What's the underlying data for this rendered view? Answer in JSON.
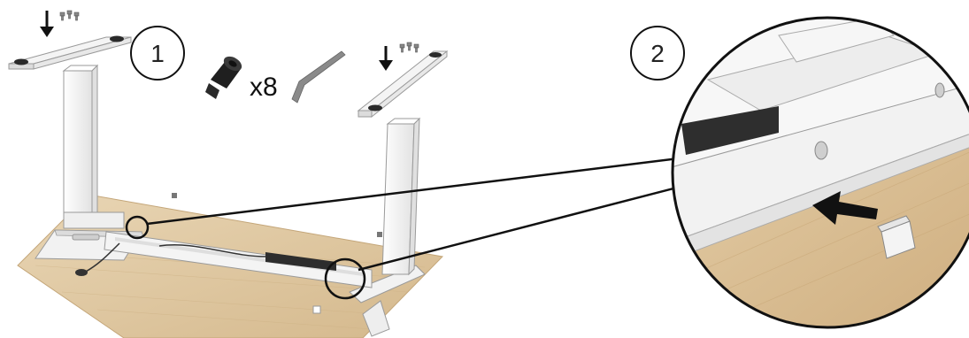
{
  "steps": [
    {
      "number": "1"
    },
    {
      "number": "2"
    }
  ],
  "parts": {
    "knob_quantity": "x8"
  },
  "icons": {
    "knob": "threaded-knob-icon",
    "allen_key": "hex-key-icon",
    "screws": "screw-icon",
    "arrow_down": "arrow-down-icon",
    "arrow_insert": "arrow-insert-icon",
    "end_cap": "end-cap-icon"
  },
  "colors": {
    "wood": "#d9bf96",
    "wood_light": "#e7d3b1",
    "metal": "#f3f3f3",
    "outline": "#9a9a9a",
    "dark": "#2a2a2a"
  }
}
